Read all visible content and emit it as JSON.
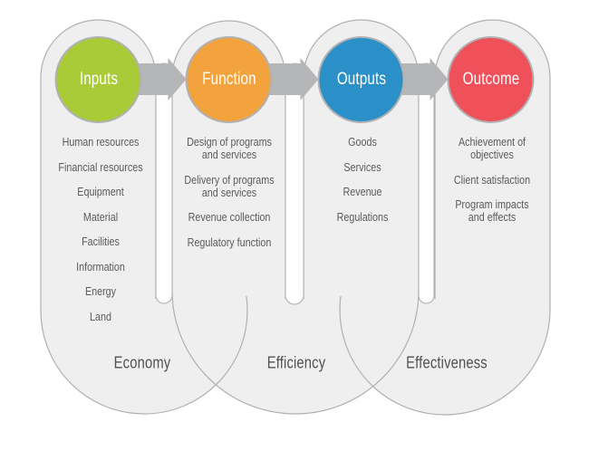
{
  "stages": [
    {
      "label": "Inputs",
      "color": "#a9cb37",
      "items": [
        "Human resources",
        "Financial resources",
        "Equipment",
        "Material",
        "Facilities",
        "Information",
        "Energy",
        "Land"
      ]
    },
    {
      "label": "Function",
      "color": "#f2a33e",
      "items": [
        "Design of programs\nand services",
        "Delivery of programs\nand services",
        "Revenue collection",
        "Regulatory function"
      ]
    },
    {
      "label": "Outputs",
      "color": "#2b90c7",
      "items": [
        "Goods",
        "Services",
        "Revenue",
        "Regulations"
      ]
    },
    {
      "label": "Outcome",
      "color": "#ef505a",
      "items": [
        "Achievement of\nobjectives",
        "Client satisfaction",
        "Program impacts\nand effects"
      ]
    }
  ],
  "measures": [
    {
      "label": "Economy"
    },
    {
      "label": "Efficiency"
    },
    {
      "label": "Effectiveness"
    }
  ],
  "colors": {
    "background": "#ffffff",
    "capsule_fill": "#efeff0",
    "outline_gray": "#b0b0b2",
    "arrow_gray": "#b5b6b8",
    "list_text": "#5a5b5d",
    "measure_text": "#515154",
    "circle_label_text": "#ffffff"
  }
}
